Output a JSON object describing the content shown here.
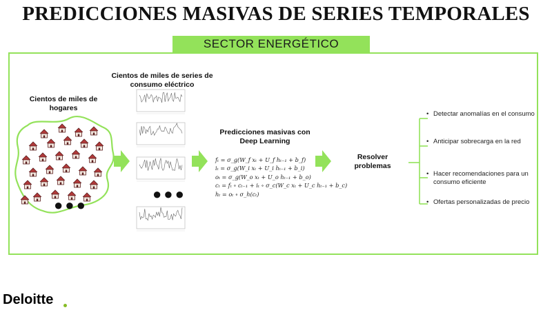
{
  "title": "PREDICCIONES MASIVAS DE SERIES TEMPORALES",
  "subtitle": "SECTOR ENERGÉTICO",
  "households_label": "Cientos de miles de hogares",
  "series_label": "Cientos de miles de series de consumo eléctrico",
  "dl_label": "Predicciones masivas con Deep Learning",
  "resolve_label": "Resolver problemas",
  "formulas": [
    "fₜ = σ_g(W_f xₜ + U_f hₜ₋₁ + b_f)",
    "iₜ = σ_g(W_i xₜ + U_i hₜ₋₁ + b_i)",
    "oₜ = σ_g(W_o xₜ + U_o hₜ₋₁ + b_o)",
    "cₜ = fₜ ∘ cₜ₋₁ + iₜ ∘ σ_c(W_c xₜ + U_c hₜ₋₁ + b_c)",
    "hₜ = oₜ ∘ σ_h(cₜ)"
  ],
  "outcomes": [
    "Detectar anomalías en el consumo",
    "Anticipar sobrecarga en la red",
    "Hacer recomendaciones para un consumo eficiente",
    "Ofertas personalizadas de precio"
  ],
  "bullet": "•",
  "ellipsis": "●●●",
  "brand": "Deloitte",
  "colors": {
    "accent": "#93e25a",
    "logo_dot": "#86bc25",
    "house_roof": "#b23a3a"
  },
  "icons": [
    "house-icon",
    "time-series-thumbnail",
    "right-arrow-icon",
    "bracket-connector"
  ]
}
